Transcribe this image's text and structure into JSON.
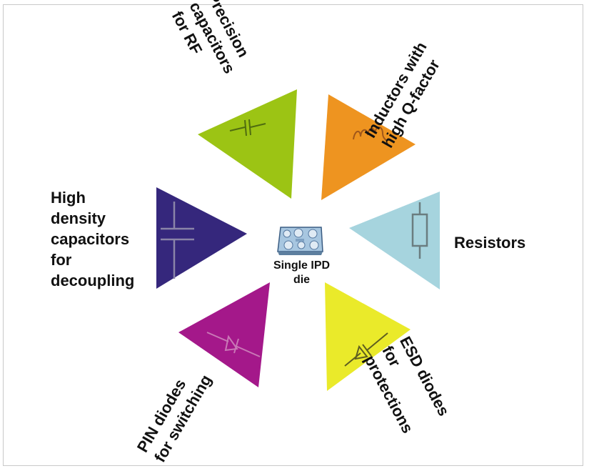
{
  "center": {
    "line1": "Single IPD",
    "line2": "die",
    "die_icon": "ipd-die-chip-icon"
  },
  "components": {
    "precision": {
      "lines": [
        "Precision",
        "capacitors",
        "for RF"
      ],
      "color": "#9cc414",
      "icon": "capacitor-symbol-icon"
    },
    "inductors": {
      "lines": [
        "Inductors with",
        "high Q-factor"
      ],
      "color": "#ee9420",
      "icon": "inductor-coil-icon"
    },
    "high_density": {
      "lines": [
        "High",
        "density",
        "capacitors",
        "for",
        "decoupling"
      ],
      "color": "#35277c",
      "icon": "capacitor-symbol-icon"
    },
    "resistors": {
      "lines": [
        "Resistors"
      ],
      "color": "#a6d4de",
      "icon": "resistor-symbol-icon"
    },
    "pin": {
      "lines": [
        "PIN diodes",
        "for switching"
      ],
      "color": "#a4188a",
      "icon": "diode-symbol-icon"
    },
    "esd": {
      "lines": [
        "ESD diodes",
        "for",
        "protections"
      ],
      "color": "#eaea2a",
      "icon": "diode-symbol-icon"
    }
  }
}
